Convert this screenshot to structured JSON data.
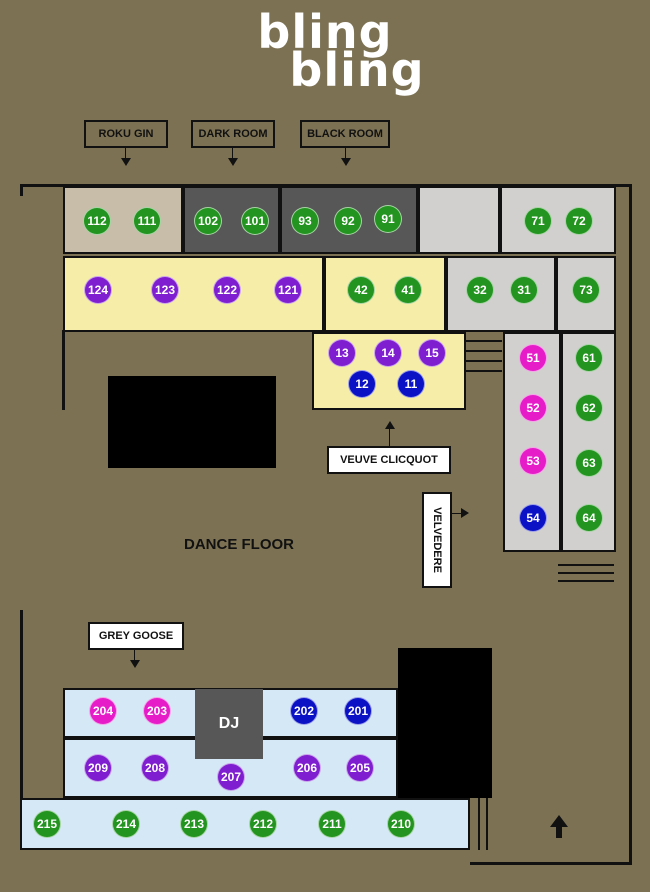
{
  "logo": {
    "line1": "bling",
    "line2": "bling"
  },
  "signs": {
    "roku_gin": "ROKU GIN",
    "dark_room": "DARK ROOM",
    "black_room": "BLACK ROOM",
    "veuve_clicquot": "VEUVE CLICQUOT",
    "velvedere": "VELVEDERE",
    "grey_goose": "GREY GOOSE",
    "dance_floor": "DANCE FLOOR",
    "dj": "DJ"
  },
  "tables": {
    "t112": "112",
    "t111": "111",
    "t102": "102",
    "t101": "101",
    "t93": "93",
    "t92": "92",
    "t91": "91",
    "t71": "71",
    "t72": "72",
    "t124": "124",
    "t123": "123",
    "t122": "122",
    "t121": "121",
    "t42": "42",
    "t41": "41",
    "t32": "32",
    "t31": "31",
    "t73": "73",
    "t13": "13",
    "t14": "14",
    "t15": "15",
    "t12": "12",
    "t11": "11",
    "t51": "51",
    "t52": "52",
    "t53": "53",
    "t54": "54",
    "t61": "61",
    "t62": "62",
    "t63": "63",
    "t64": "64",
    "t204": "204",
    "t203": "203",
    "t202": "202",
    "t201": "201",
    "t209": "209",
    "t208": "208",
    "t207": "207",
    "t206": "206",
    "t205": "205",
    "t215": "215",
    "t214": "214",
    "t213": "213",
    "t212": "212",
    "t211": "211",
    "t210": "210"
  },
  "colors": {
    "background": "#7c7153",
    "green": "#23941f",
    "purple": "#7f1ed0",
    "magenta": "#e61cc9",
    "navy": "#0b12c6"
  }
}
